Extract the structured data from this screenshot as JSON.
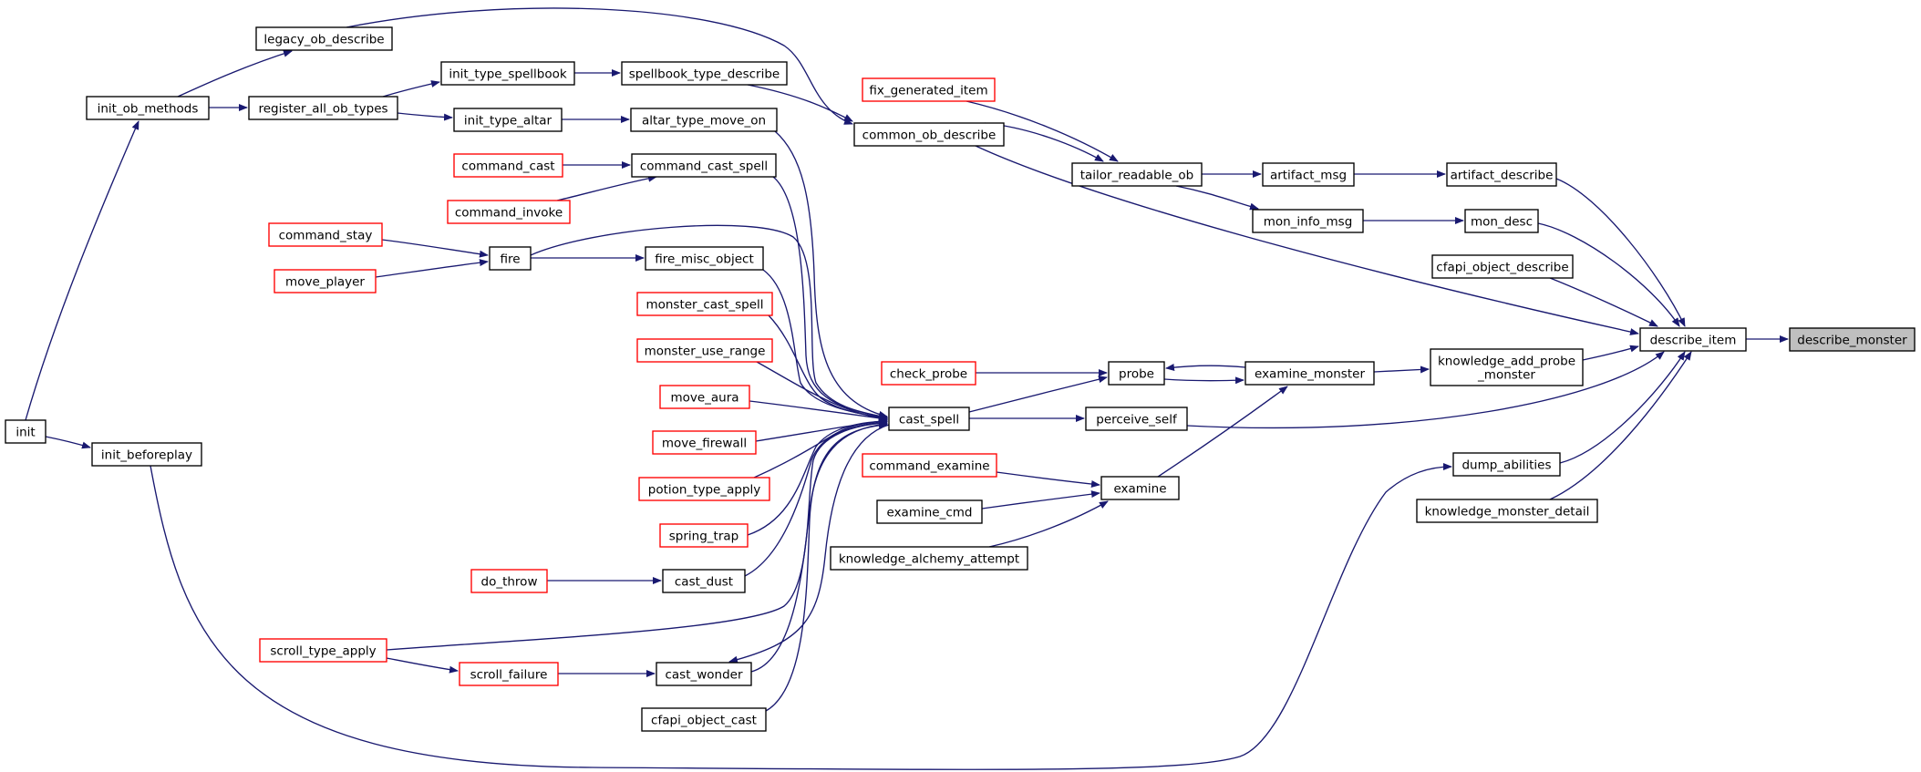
{
  "colors": {
    "edge": "#191970",
    "node_border": "#000000",
    "node_border_truncated": "#ff0000",
    "node_fill": "#ffffff",
    "node_fill_root": "#bfbfbf"
  },
  "nodes": [
    {
      "id": "describe_monster",
      "label": "describe_monster",
      "style": "root"
    },
    {
      "id": "describe_item",
      "label": "describe_item",
      "style": "normal"
    },
    {
      "id": "artifact_describe",
      "label": "artifact_describe",
      "style": "normal"
    },
    {
      "id": "mon_desc",
      "label": "mon_desc",
      "style": "normal"
    },
    {
      "id": "cfapi_object_describe",
      "label": "cfapi_object_describe",
      "style": "normal"
    },
    {
      "id": "knowledge_add_probe_monster",
      "label": [
        "knowledge_add_probe",
        "_monster"
      ],
      "style": "normal"
    },
    {
      "id": "dump_abilities",
      "label": "dump_abilities",
      "style": "normal"
    },
    {
      "id": "knowledge_monster_detail",
      "label": "knowledge_monster_detail",
      "style": "normal"
    },
    {
      "id": "artifact_msg",
      "label": "artifact_msg",
      "style": "normal"
    },
    {
      "id": "mon_info_msg",
      "label": "mon_info_msg",
      "style": "normal"
    },
    {
      "id": "tailor_readable_ob",
      "label": "tailor_readable_ob",
      "style": "normal"
    },
    {
      "id": "fix_generated_item",
      "label": "fix_generated_item",
      "style": "truncated"
    },
    {
      "id": "common_ob_describe",
      "label": "common_ob_describe",
      "style": "normal"
    },
    {
      "id": "legacy_ob_describe",
      "label": "legacy_ob_describe",
      "style": "normal"
    },
    {
      "id": "init_ob_methods",
      "label": "init_ob_methods",
      "style": "normal"
    },
    {
      "id": "register_all_ob_types",
      "label": "register_all_ob_types",
      "style": "normal"
    },
    {
      "id": "init_type_spellbook",
      "label": "init_type_spellbook",
      "style": "normal"
    },
    {
      "id": "spellbook_type_describe",
      "label": "spellbook_type_describe",
      "style": "normal"
    },
    {
      "id": "init_type_altar",
      "label": "init_type_altar",
      "style": "normal"
    },
    {
      "id": "altar_type_move_on",
      "label": "altar_type_move_on",
      "style": "normal"
    },
    {
      "id": "command_cast",
      "label": "command_cast",
      "style": "truncated"
    },
    {
      "id": "command_cast_spell",
      "label": "command_cast_spell",
      "style": "normal"
    },
    {
      "id": "command_invoke",
      "label": "command_invoke",
      "style": "truncated"
    },
    {
      "id": "command_stay",
      "label": "command_stay",
      "style": "truncated"
    },
    {
      "id": "move_player",
      "label": "move_player",
      "style": "truncated"
    },
    {
      "id": "fire",
      "label": "fire",
      "style": "normal"
    },
    {
      "id": "fire_misc_object",
      "label": "fire_misc_object",
      "style": "normal"
    },
    {
      "id": "monster_cast_spell",
      "label": "monster_cast_spell",
      "style": "truncated"
    },
    {
      "id": "monster_use_range",
      "label": "monster_use_range",
      "style": "truncated"
    },
    {
      "id": "move_aura",
      "label": "move_aura",
      "style": "truncated"
    },
    {
      "id": "move_firewall",
      "label": "move_firewall",
      "style": "truncated"
    },
    {
      "id": "potion_type_apply",
      "label": "potion_type_apply",
      "style": "truncated"
    },
    {
      "id": "spring_trap",
      "label": "spring_trap",
      "style": "truncated"
    },
    {
      "id": "do_throw",
      "label": "do_throw",
      "style": "truncated"
    },
    {
      "id": "cast_dust",
      "label": "cast_dust",
      "style": "normal"
    },
    {
      "id": "scroll_type_apply",
      "label": "scroll_type_apply",
      "style": "truncated"
    },
    {
      "id": "scroll_failure",
      "label": "scroll_failure",
      "style": "truncated"
    },
    {
      "id": "cast_wonder",
      "label": "cast_wonder",
      "style": "normal"
    },
    {
      "id": "cfapi_object_cast",
      "label": "cfapi_object_cast",
      "style": "normal"
    },
    {
      "id": "cast_spell",
      "label": "cast_spell",
      "style": "normal"
    },
    {
      "id": "check_probe",
      "label": "check_probe",
      "style": "truncated"
    },
    {
      "id": "probe",
      "label": "probe",
      "style": "normal"
    },
    {
      "id": "examine_monster",
      "label": "examine_monster",
      "style": "normal"
    },
    {
      "id": "perceive_self",
      "label": "perceive_self",
      "style": "normal"
    },
    {
      "id": "command_examine",
      "label": "command_examine",
      "style": "truncated"
    },
    {
      "id": "examine_cmd",
      "label": "examine_cmd",
      "style": "normal"
    },
    {
      "id": "knowledge_alchemy_attempt",
      "label": "knowledge_alchemy_attempt",
      "style": "normal"
    },
    {
      "id": "examine",
      "label": "examine",
      "style": "normal"
    },
    {
      "id": "init",
      "label": "init",
      "style": "normal"
    },
    {
      "id": "init_beforeplay",
      "label": "init_beforeplay",
      "style": "normal"
    }
  ],
  "edges": [
    {
      "from": "describe_item",
      "to": "describe_monster"
    },
    {
      "from": "artifact_describe",
      "to": "describe_item"
    },
    {
      "from": "mon_desc",
      "to": "describe_item"
    },
    {
      "from": "cfapi_object_describe",
      "to": "describe_item"
    },
    {
      "from": "knowledge_add_probe_monster",
      "to": "describe_item"
    },
    {
      "from": "dump_abilities",
      "to": "describe_item"
    },
    {
      "from": "knowledge_monster_detail",
      "to": "describe_item"
    },
    {
      "from": "common_ob_describe",
      "to": "describe_item"
    },
    {
      "from": "perceive_self",
      "to": "describe_item"
    },
    {
      "from": "artifact_msg",
      "to": "artifact_describe"
    },
    {
      "from": "mon_info_msg",
      "to": "mon_desc"
    },
    {
      "from": "tailor_readable_ob",
      "to": "artifact_msg"
    },
    {
      "from": "tailor_readable_ob",
      "to": "mon_info_msg"
    },
    {
      "from": "fix_generated_item",
      "to": "tailor_readable_ob"
    },
    {
      "from": "common_ob_describe",
      "to": "tailor_readable_ob"
    },
    {
      "from": "legacy_ob_describe",
      "to": "common_ob_describe"
    },
    {
      "from": "spellbook_type_describe",
      "to": "common_ob_describe"
    },
    {
      "from": "init_ob_methods",
      "to": "legacy_ob_describe"
    },
    {
      "from": "init_ob_methods",
      "to": "register_all_ob_types"
    },
    {
      "from": "register_all_ob_types",
      "to": "init_type_spellbook"
    },
    {
      "from": "register_all_ob_types",
      "to": "init_type_altar"
    },
    {
      "from": "init_type_spellbook",
      "to": "spellbook_type_describe"
    },
    {
      "from": "init_type_altar",
      "to": "altar_type_move_on"
    },
    {
      "from": "init",
      "to": "init_ob_methods"
    },
    {
      "from": "init",
      "to": "init_beforeplay"
    },
    {
      "from": "init_beforeplay",
      "to": "dump_abilities"
    },
    {
      "from": "altar_type_move_on",
      "to": "cast_spell"
    },
    {
      "from": "command_cast",
      "to": "command_cast_spell"
    },
    {
      "from": "command_invoke",
      "to": "command_cast_spell"
    },
    {
      "from": "command_cast_spell",
      "to": "cast_spell"
    },
    {
      "from": "command_stay",
      "to": "fire"
    },
    {
      "from": "move_player",
      "to": "fire"
    },
    {
      "from": "fire",
      "to": "fire_misc_object"
    },
    {
      "from": "fire",
      "to": "cast_spell"
    },
    {
      "from": "fire_misc_object",
      "to": "cast_spell"
    },
    {
      "from": "monster_cast_spell",
      "to": "cast_spell"
    },
    {
      "from": "monster_use_range",
      "to": "cast_spell"
    },
    {
      "from": "move_aura",
      "to": "cast_spell"
    },
    {
      "from": "move_firewall",
      "to": "cast_spell"
    },
    {
      "from": "potion_type_apply",
      "to": "cast_spell"
    },
    {
      "from": "spring_trap",
      "to": "cast_spell"
    },
    {
      "from": "do_throw",
      "to": "cast_dust"
    },
    {
      "from": "cast_dust",
      "to": "cast_spell"
    },
    {
      "from": "scroll_type_apply",
      "to": "scroll_failure"
    },
    {
      "from": "scroll_type_apply",
      "to": "cast_spell"
    },
    {
      "from": "scroll_failure",
      "to": "cast_wonder"
    },
    {
      "from": "cast_wonder",
      "to": "cast_spell"
    },
    {
      "from": "cast_spell",
      "to": "cast_wonder"
    },
    {
      "from": "cfapi_object_cast",
      "to": "cast_spell"
    },
    {
      "from": "cast_spell",
      "to": "probe"
    },
    {
      "from": "cast_spell",
      "to": "perceive_self"
    },
    {
      "from": "check_probe",
      "to": "probe"
    },
    {
      "from": "probe",
      "to": "examine_monster"
    },
    {
      "from": "examine_monster",
      "to": "probe"
    },
    {
      "from": "examine_monster",
      "to": "knowledge_add_probe_monster"
    },
    {
      "from": "examine",
      "to": "examine_monster"
    },
    {
      "from": "command_examine",
      "to": "examine"
    },
    {
      "from": "examine_cmd",
      "to": "examine"
    },
    {
      "from": "knowledge_alchemy_attempt",
      "to": "examine"
    }
  ]
}
